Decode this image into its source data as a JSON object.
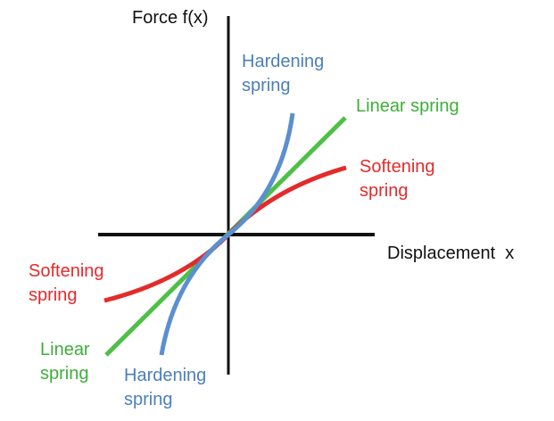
{
  "colors": {
    "axis": "#111111",
    "hardening": "#5b8fd0",
    "linear": "#4fbf47",
    "softening": "#e32b2b",
    "hardening_text": "#4a7fbd",
    "linear_text": "#3fae3a",
    "softening_text": "#e32b2b"
  },
  "axes": {
    "y_label": "Force f(x)",
    "x_label": "Displacement  x"
  },
  "curves": {
    "hardening": {
      "label_top_line1": "Hardening",
      "label_top_line2": "spring",
      "label_bottom_line1": "Hardening",
      "label_bottom_line2": "spring"
    },
    "linear": {
      "label_top": "Linear spring",
      "label_bottom_line1": "Linear",
      "label_bottom_line2": "spring"
    },
    "softening": {
      "label_top_line1": "Softening",
      "label_top_line2": "spring",
      "label_bottom_line1": "Softening",
      "label_bottom_line2": "spring"
    }
  }
}
